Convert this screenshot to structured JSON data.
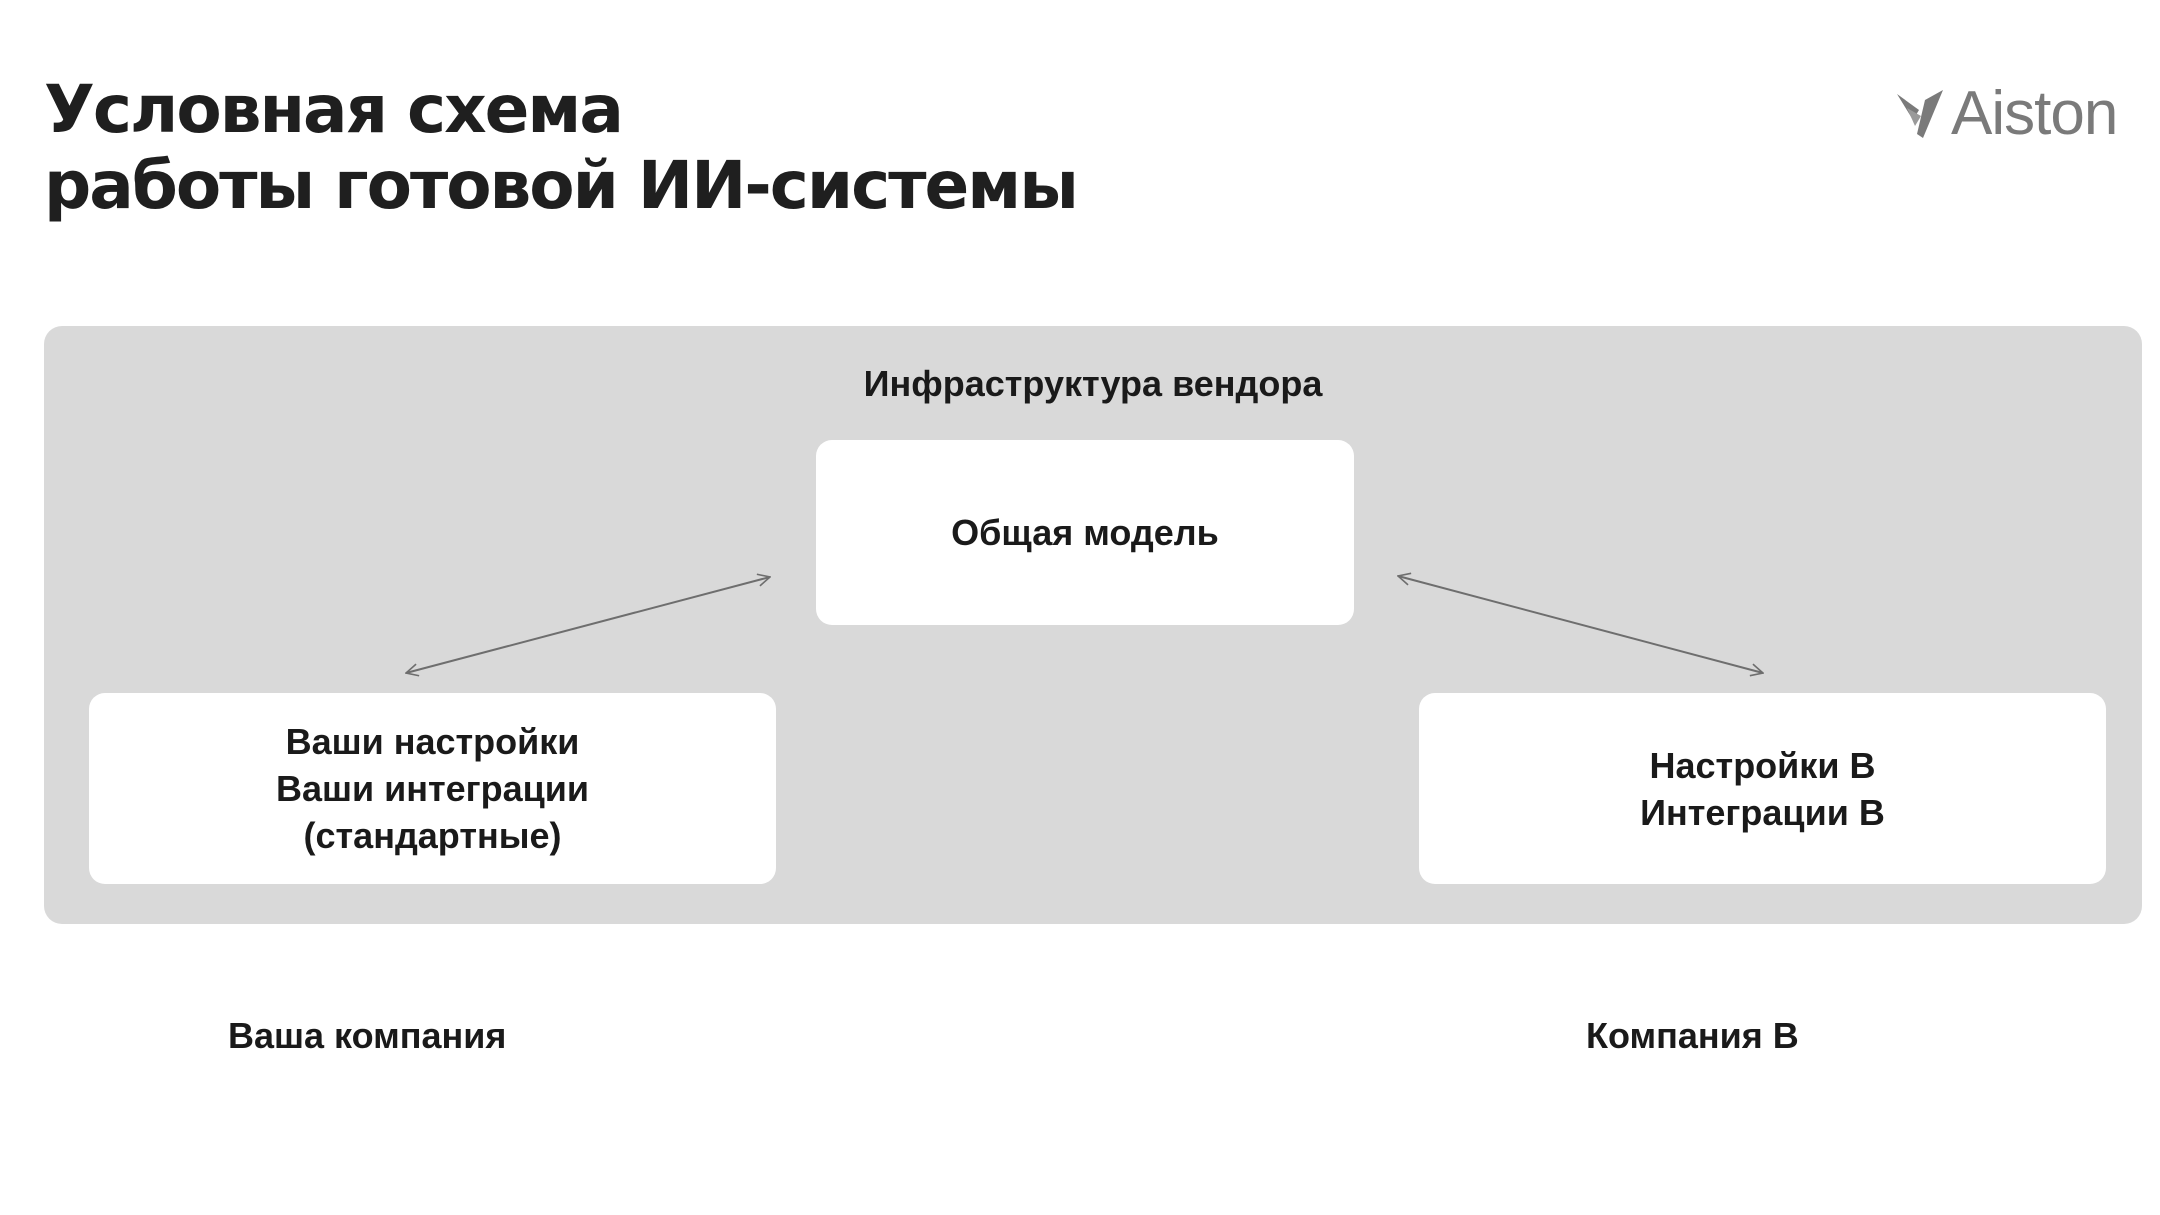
{
  "slide": {
    "title_lines": [
      "Условная схема",
      "работы готовой ИИ-системы"
    ],
    "logo_text": "Aiston",
    "logo_icon": "bird-icon"
  },
  "diagram": {
    "infrastructure_label": "Инфраструктура вендора",
    "shared_model": "Общая модель",
    "your_box_lines": [
      "Ваши настройки",
      "Ваши интеграции",
      "(стандартные)"
    ],
    "company_b_box_lines": [
      "Настройки B",
      "Интеграции B"
    ],
    "your_company_label": "Ваша компания",
    "company_b_label": "Компания B",
    "colors": {
      "panel": "#d9d9d9",
      "box": "#ffffff",
      "arrow": "#6e6e6e",
      "text": "#1a1a1a",
      "logo": "#7a7a7a"
    }
  }
}
